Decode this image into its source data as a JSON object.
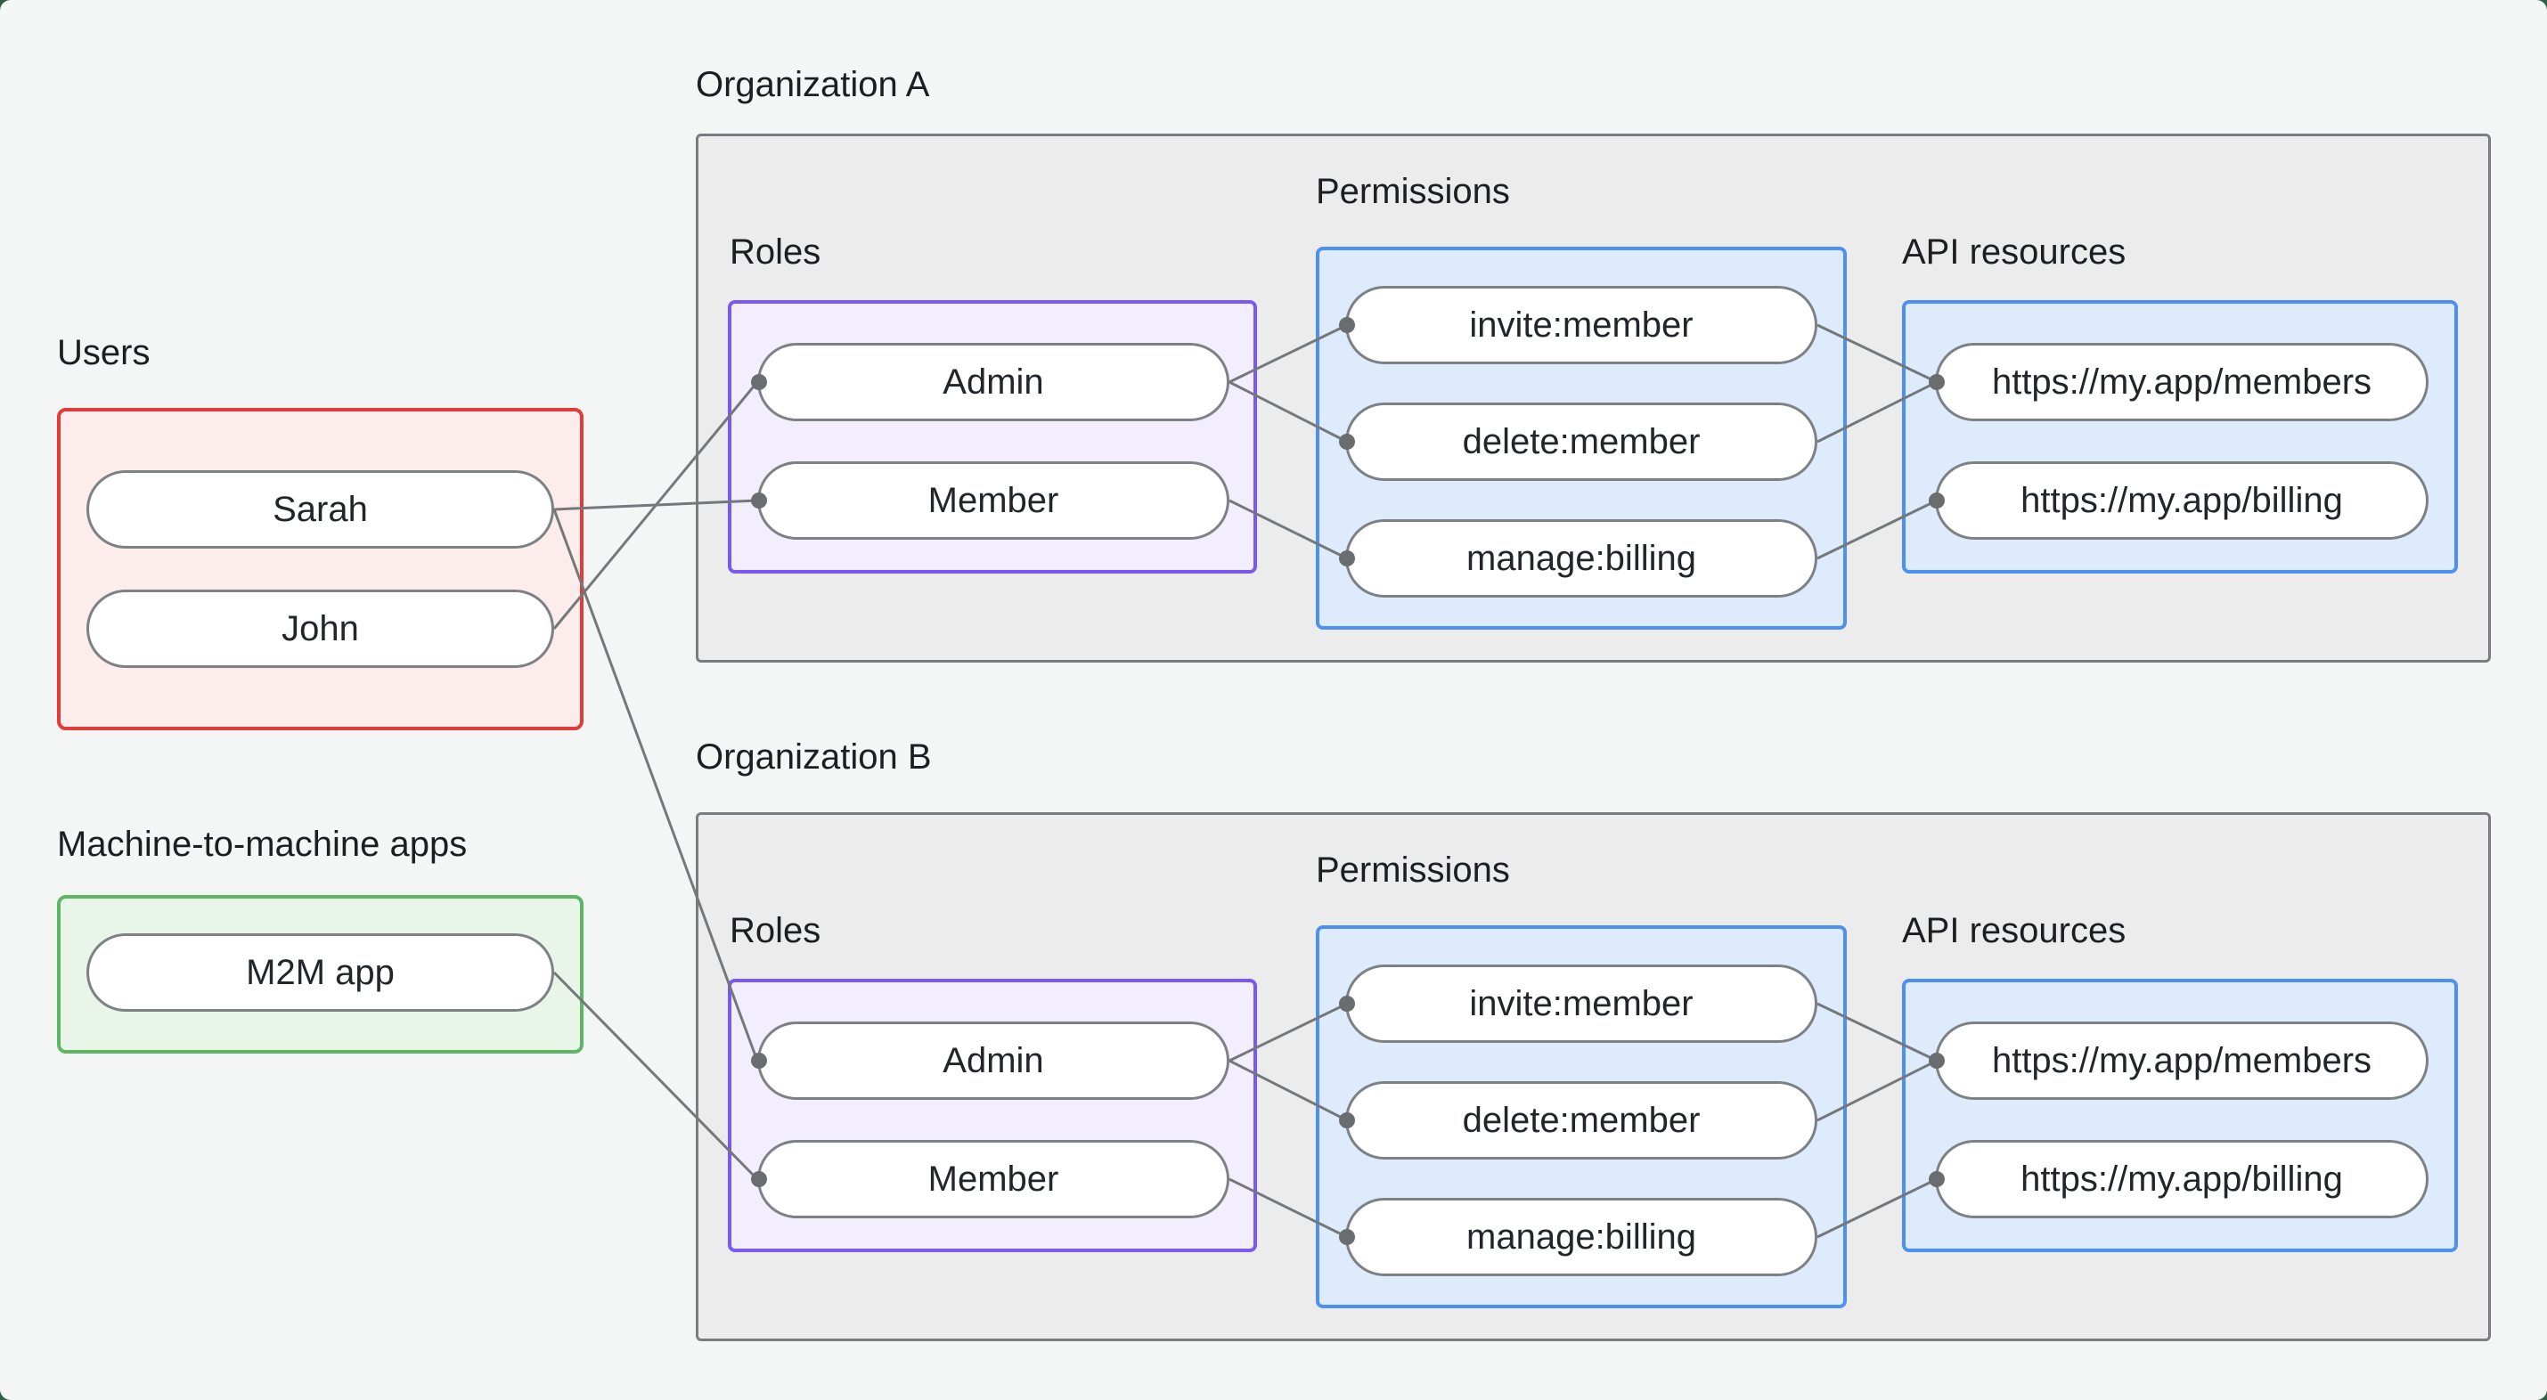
{
  "users": {
    "label": "Users",
    "items": [
      "Sarah",
      "John"
    ]
  },
  "m2m": {
    "label": "Machine-to-machine apps",
    "items": [
      "M2M app"
    ]
  },
  "organizations": [
    {
      "label": "Organization A",
      "roles": {
        "label": "Roles",
        "items": [
          "Admin",
          "Member"
        ]
      },
      "permissions": {
        "label": "Permissions",
        "items": [
          "invite:member",
          "delete:member",
          "manage:billing"
        ]
      },
      "api_resources": {
        "label": "API resources",
        "items": [
          "https://my.app/members",
          "https://my.app/billing"
        ]
      }
    },
    {
      "label": "Organization B",
      "roles": {
        "label": "Roles",
        "items": [
          "Admin",
          "Member"
        ]
      },
      "permissions": {
        "label": "Permissions",
        "items": [
          "invite:member",
          "delete:member",
          "manage:billing"
        ]
      },
      "api_resources": {
        "label": "API resources",
        "items": [
          "https://my.app/members",
          "https://my.app/billing"
        ]
      }
    }
  ],
  "connections": [
    "Sarah -> Organization A Member",
    "John -> Organization A Admin",
    "Sarah -> Organization B Admin",
    "M2M app -> Organization B Member",
    "Org A Admin -> invite:member",
    "Org A Admin -> delete:member",
    "Org A Member -> manage:billing",
    "Org A invite:member -> https://my.app/members",
    "Org A delete:member -> https://my.app/members",
    "Org A manage:billing -> https://my.app/billing",
    "Org B Admin -> invite:member",
    "Org B Admin -> delete:member",
    "Org B Member -> manage:billing",
    "Org B invite:member -> https://my.app/members",
    "Org B delete:member -> https://my.app/members",
    "Org B manage:billing -> https://my.app/billing"
  ],
  "colors": {
    "page_background": "#f4f6f5",
    "outer_corner_background": "#2f5e46",
    "org_box_fill": "#ececec",
    "org_box_border": "#797d80",
    "users_fill": "#fceceb",
    "users_border": "#e23c36",
    "m2m_fill": "#eaf5ea",
    "m2m_border": "#5cb763",
    "roles_fill": "#f3eefd",
    "roles_border": "#7b57f4",
    "permissions_fill": "#ddebfc",
    "permissions_border": "#4b90f2",
    "pill_fill": "#ffffff",
    "pill_border": "#7d8184",
    "edge_line": "#74787b",
    "text": "#1b1e22"
  }
}
